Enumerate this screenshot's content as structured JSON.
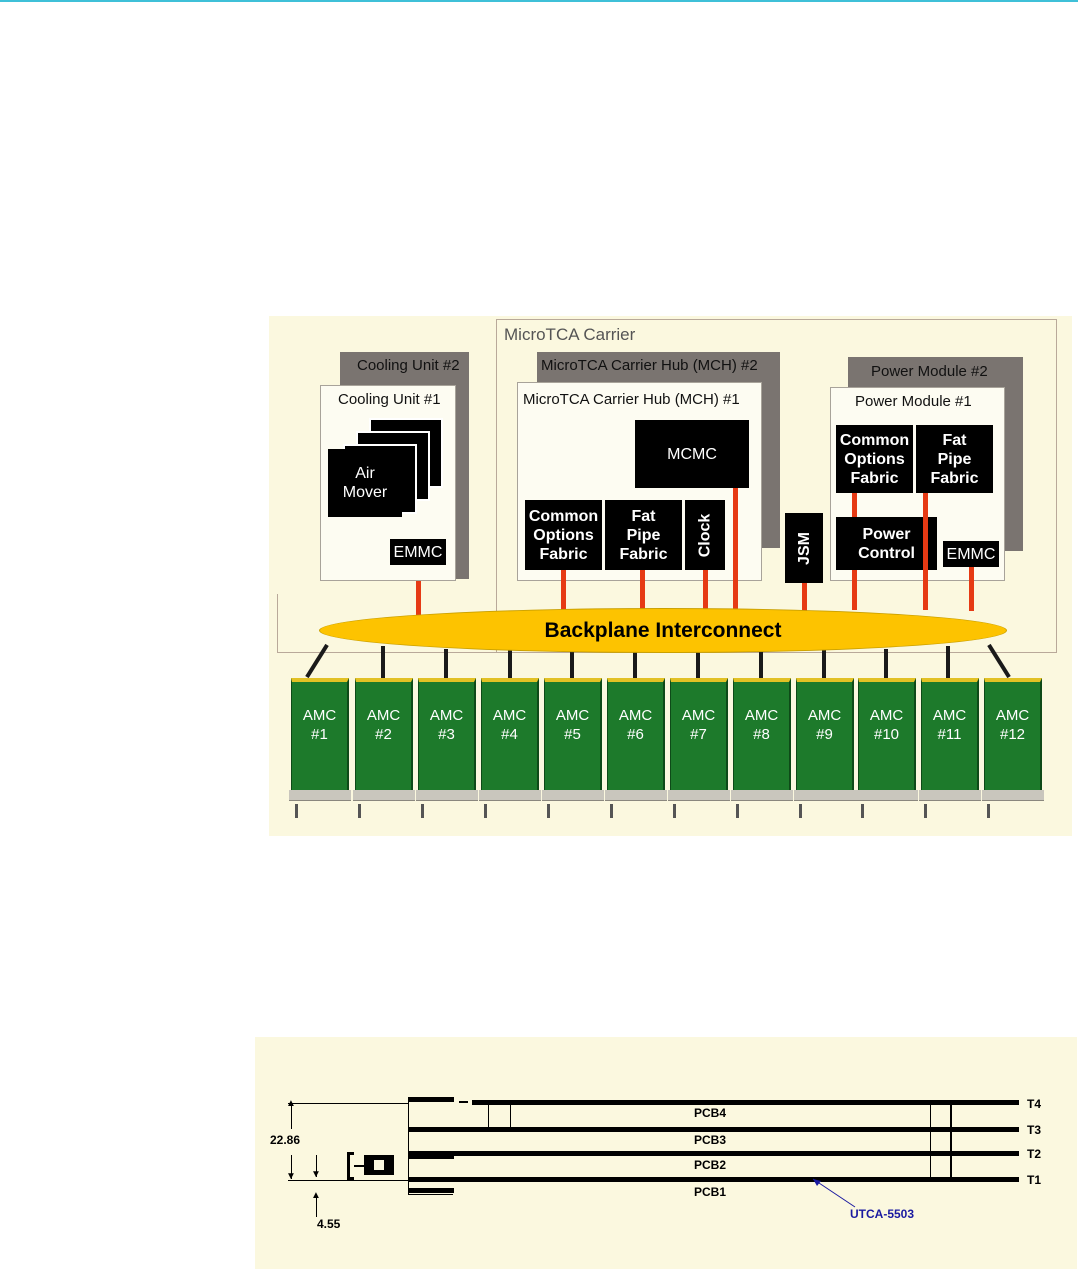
{
  "diagram_top": {
    "carrier_label": "MicroTCA Carrier",
    "cooling_unit_2": "Cooling Unit #2",
    "cooling_unit_1": "Cooling Unit #1",
    "air_mover": "Air Mover",
    "cooling_emmc": "EMMC",
    "mch_2": "MicroTCA Carrier Hub (MCH)  #2",
    "mch_1": "MicroTCA Carrier Hub (MCH)  #1",
    "mcmc": "MCMC",
    "mch_common_options_fabric": "Common Options Fabric",
    "mch_fat_pipe_fabric": "Fat Pipe Fabric",
    "mch_clock": "Clock",
    "jsm": "JSM",
    "power_module_2": "Power Module  #2",
    "power_module_1": "Power Module  #1",
    "pm_common_options_fabric": "Common Options Fabric",
    "pm_fat_pipe_fabric": "Fat Pipe Fabric",
    "power_control": "Power Control",
    "power_emmc": "EMMC",
    "backplane": "Backplane Interconnect",
    "amcs": [
      "AMC #1",
      "AMC #2",
      "AMC #3",
      "AMC #4",
      "AMC #5",
      "AMC #6",
      "AMC #7",
      "AMC #8",
      "AMC #9",
      "AMC #10",
      "AMC #11",
      "AMC #12"
    ]
  },
  "diagram_bottom": {
    "layers": [
      "PCB4",
      "PCB3",
      "PCB2",
      "PCB1"
    ],
    "tracks": [
      "T4",
      "T3",
      "T2",
      "T1"
    ],
    "dim_total": "22.86",
    "dim_bottom": "4.55",
    "part_number": "UTCA-5503"
  },
  "colors": {
    "panel_bg": "#fbf8df",
    "card_shadow": "#7a7470",
    "block": "#000000",
    "link": "#e63a14",
    "backplane": "#fdc300",
    "amc_green": "#1d7a2b",
    "part_number": "#1a1aa0"
  }
}
